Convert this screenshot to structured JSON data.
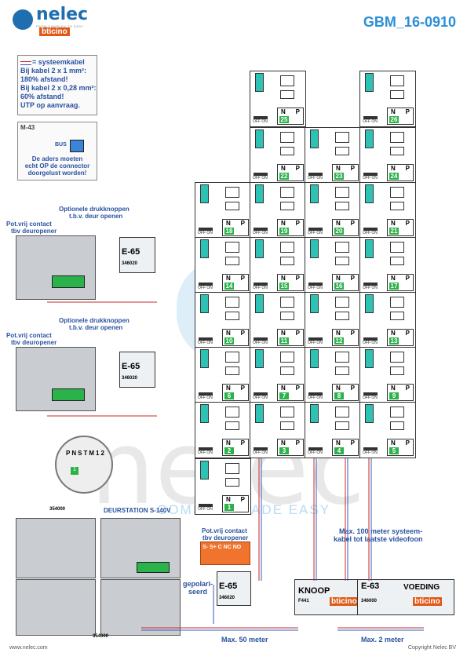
{
  "header": {
    "logo_text": "nelec",
    "tagline": "FROM COMPLEX TO EASY",
    "brand": "bticino",
    "doc_code": "GBM_16-0910"
  },
  "legend_box": {
    "line1": "= systeemkabel",
    "line2": "Bij kabel 2 x 1 mm²:",
    "line3": "180% afstand!",
    "line4": "Bij kabel 2 x 0,28 mm²:",
    "line5": "60% afstand!",
    "line6": "UTP op aanvraag."
  },
  "m43_box": {
    "title": "M-43",
    "bus": "BUS",
    "text1": "De aders moeten",
    "text2": "echt OP de connector",
    "text3": "doorgelust worden!"
  },
  "upper_station": {
    "pot_label1": "Pot.vrij contact",
    "pot_label2": "tbv deuropener",
    "opt_label1": "Optionele drukknoppen",
    "opt_label2": "t.b.v. deur openen",
    "psu": "E-65",
    "psu_code": "346020"
  },
  "lower_station": {
    "pot_label1": "Pot.vrij contact",
    "pot_label2": "tbv deuropener",
    "opt_label1": "Optionele drukknoppen",
    "opt_label2": "t.b.v. deur openen",
    "psu": "E-65",
    "psu_code": "346020"
  },
  "terminal_zoom": {
    "labels": [
      "P",
      "N",
      "S",
      "T",
      "M",
      "1",
      "2"
    ],
    "selected": "1"
  },
  "station": {
    "title": "DEURSTATION S-140V",
    "dim_top": "354000",
    "dim_bottom": "354000"
  },
  "relay": {
    "label1": "Pot.vrij contact",
    "label2": "tbv deuropener",
    "terminals": "S- S+ C NC NO",
    "psu": "E-65",
    "psu_code": "346020"
  },
  "polarized": {
    "l1": "gepolari-",
    "l2": "seerd"
  },
  "knoop": {
    "title": "KNOOP",
    "code": "F441",
    "brand": "bticino"
  },
  "voeding": {
    "model": "E-63",
    "title": "VOEDING",
    "code": "346000",
    "brand": "bticino"
  },
  "notes": {
    "max100_1": "Max. 100 meter systeem-",
    "max100_2": "kabel tot laatste videofoon",
    "max50": "Max. 50 meter",
    "max2": "Max. 2 meter"
  },
  "units": {
    "offon": "OFF ON",
    "n": "N",
    "p": "P",
    "numbers": [
      "25",
      "26",
      "22",
      "23",
      "24",
      "18",
      "19",
      "20",
      "21",
      "14",
      "15",
      "16",
      "17",
      "10",
      "11",
      "12",
      "13",
      "6",
      "7",
      "8",
      "9",
      "2",
      "3",
      "4",
      "5",
      "1"
    ]
  },
  "watermark": {
    "big": "nelec",
    "tag": "COMPLEX MADE EASY"
  },
  "footer": {
    "left": "www.nelec.com",
    "right": "Copyright Nelec BV"
  },
  "colors": {
    "brand_blue": "#1f6fb0",
    "terminal_teal": "#2ec2b4",
    "number_green": "#2bb24a",
    "cable_red": "#c62828",
    "cable_blue": "#3b5bbf",
    "accent_orange": "#f0742d"
  }
}
